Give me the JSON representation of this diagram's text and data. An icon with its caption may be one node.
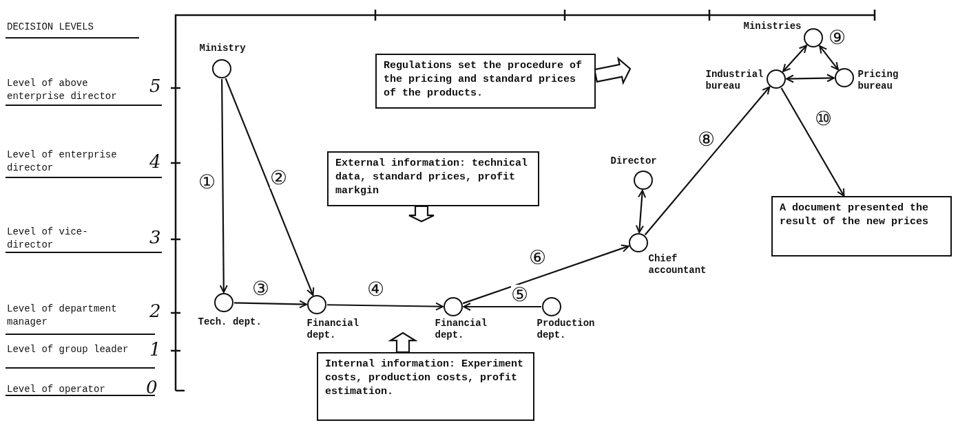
{
  "diagram": {
    "nodes": [
      {
        "text": [
          "Ministry"
        ]
      },
      {
        "text": [
          "Tech. dept."
        ]
      },
      {
        "text": [
          "Financial dept."
        ]
      },
      {
        "text": [
          "Financial dept."
        ]
      },
      {
        "text": [
          "Production dept."
        ]
      },
      {
        "text": [
          "Chief accountant"
        ]
      },
      {
        "text": [
          "Director"
        ]
      },
      {
        "text": [
          "Ministries"
        ]
      },
      {
        "text": [
          "Industrial bureau"
        ]
      },
      {
        "text": [
          "Pricing bureau"
        ]
      },
      {
        "text": [
          "Regulations set the procedure of the pricing and standard prices of the products."
        ]
      },
      {
        "text": [
          "External information: technical data, standard prices, profit markgin"
        ]
      },
      {
        "text": [
          "Internal information: Experiment costs, production costs, profit estimation."
        ]
      },
      {
        "text": [
          "A document presented the result of the new prices"
        ]
      }
    ],
    "edges": [
      {
        "from": 0,
        "to": 1,
        "arrow": "to",
        "label": "①"
      },
      {
        "from": 0,
        "to": 2,
        "arrow": "to",
        "label": "②"
      },
      {
        "from": 1,
        "to": 2,
        "arrow": "to",
        "label": "③"
      },
      {
        "from": 2,
        "to": 3,
        "arrow": "to",
        "label": "④"
      },
      {
        "from": 4,
        "to": 3,
        "arrow": "to",
        "label": "⑤"
      },
      {
        "from": 3,
        "to": 5,
        "arrow": "to",
        "label": "⑥"
      },
      {
        "from": 5,
        "to": 6,
        "arrow": "both"
      },
      {
        "from": 5,
        "to": 8,
        "arrow": "to",
        "label": "⑧"
      },
      {
        "from": 7,
        "to": 8,
        "arrow": "both"
      },
      {
        "from": 7,
        "to": 9,
        "arrow": "both",
        "label": "⑨"
      },
      {
        "from": 8,
        "to": 9,
        "arrow": "both"
      },
      {
        "from": 8,
        "to": 13,
        "arrow": "to",
        "label": "⑩"
      },
      {
        "from": 10,
        "to": null,
        "arrow": "to",
        "style": "thick"
      },
      {
        "from": 11,
        "to": null,
        "arrow": "to",
        "style": "thick"
      },
      {
        "from": 12,
        "to": null,
        "arrow": "to",
        "style": "thick"
      }
    ],
    "labels": [
      "DECISION LEVELS",
      "Level of above enterprise director",
      "5",
      "Level of enterprise director",
      "4",
      "Level of vice-director",
      "3",
      "Level of department manager",
      "2",
      "Level of group leader",
      "1",
      "Level of operator",
      "0"
    ]
  }
}
